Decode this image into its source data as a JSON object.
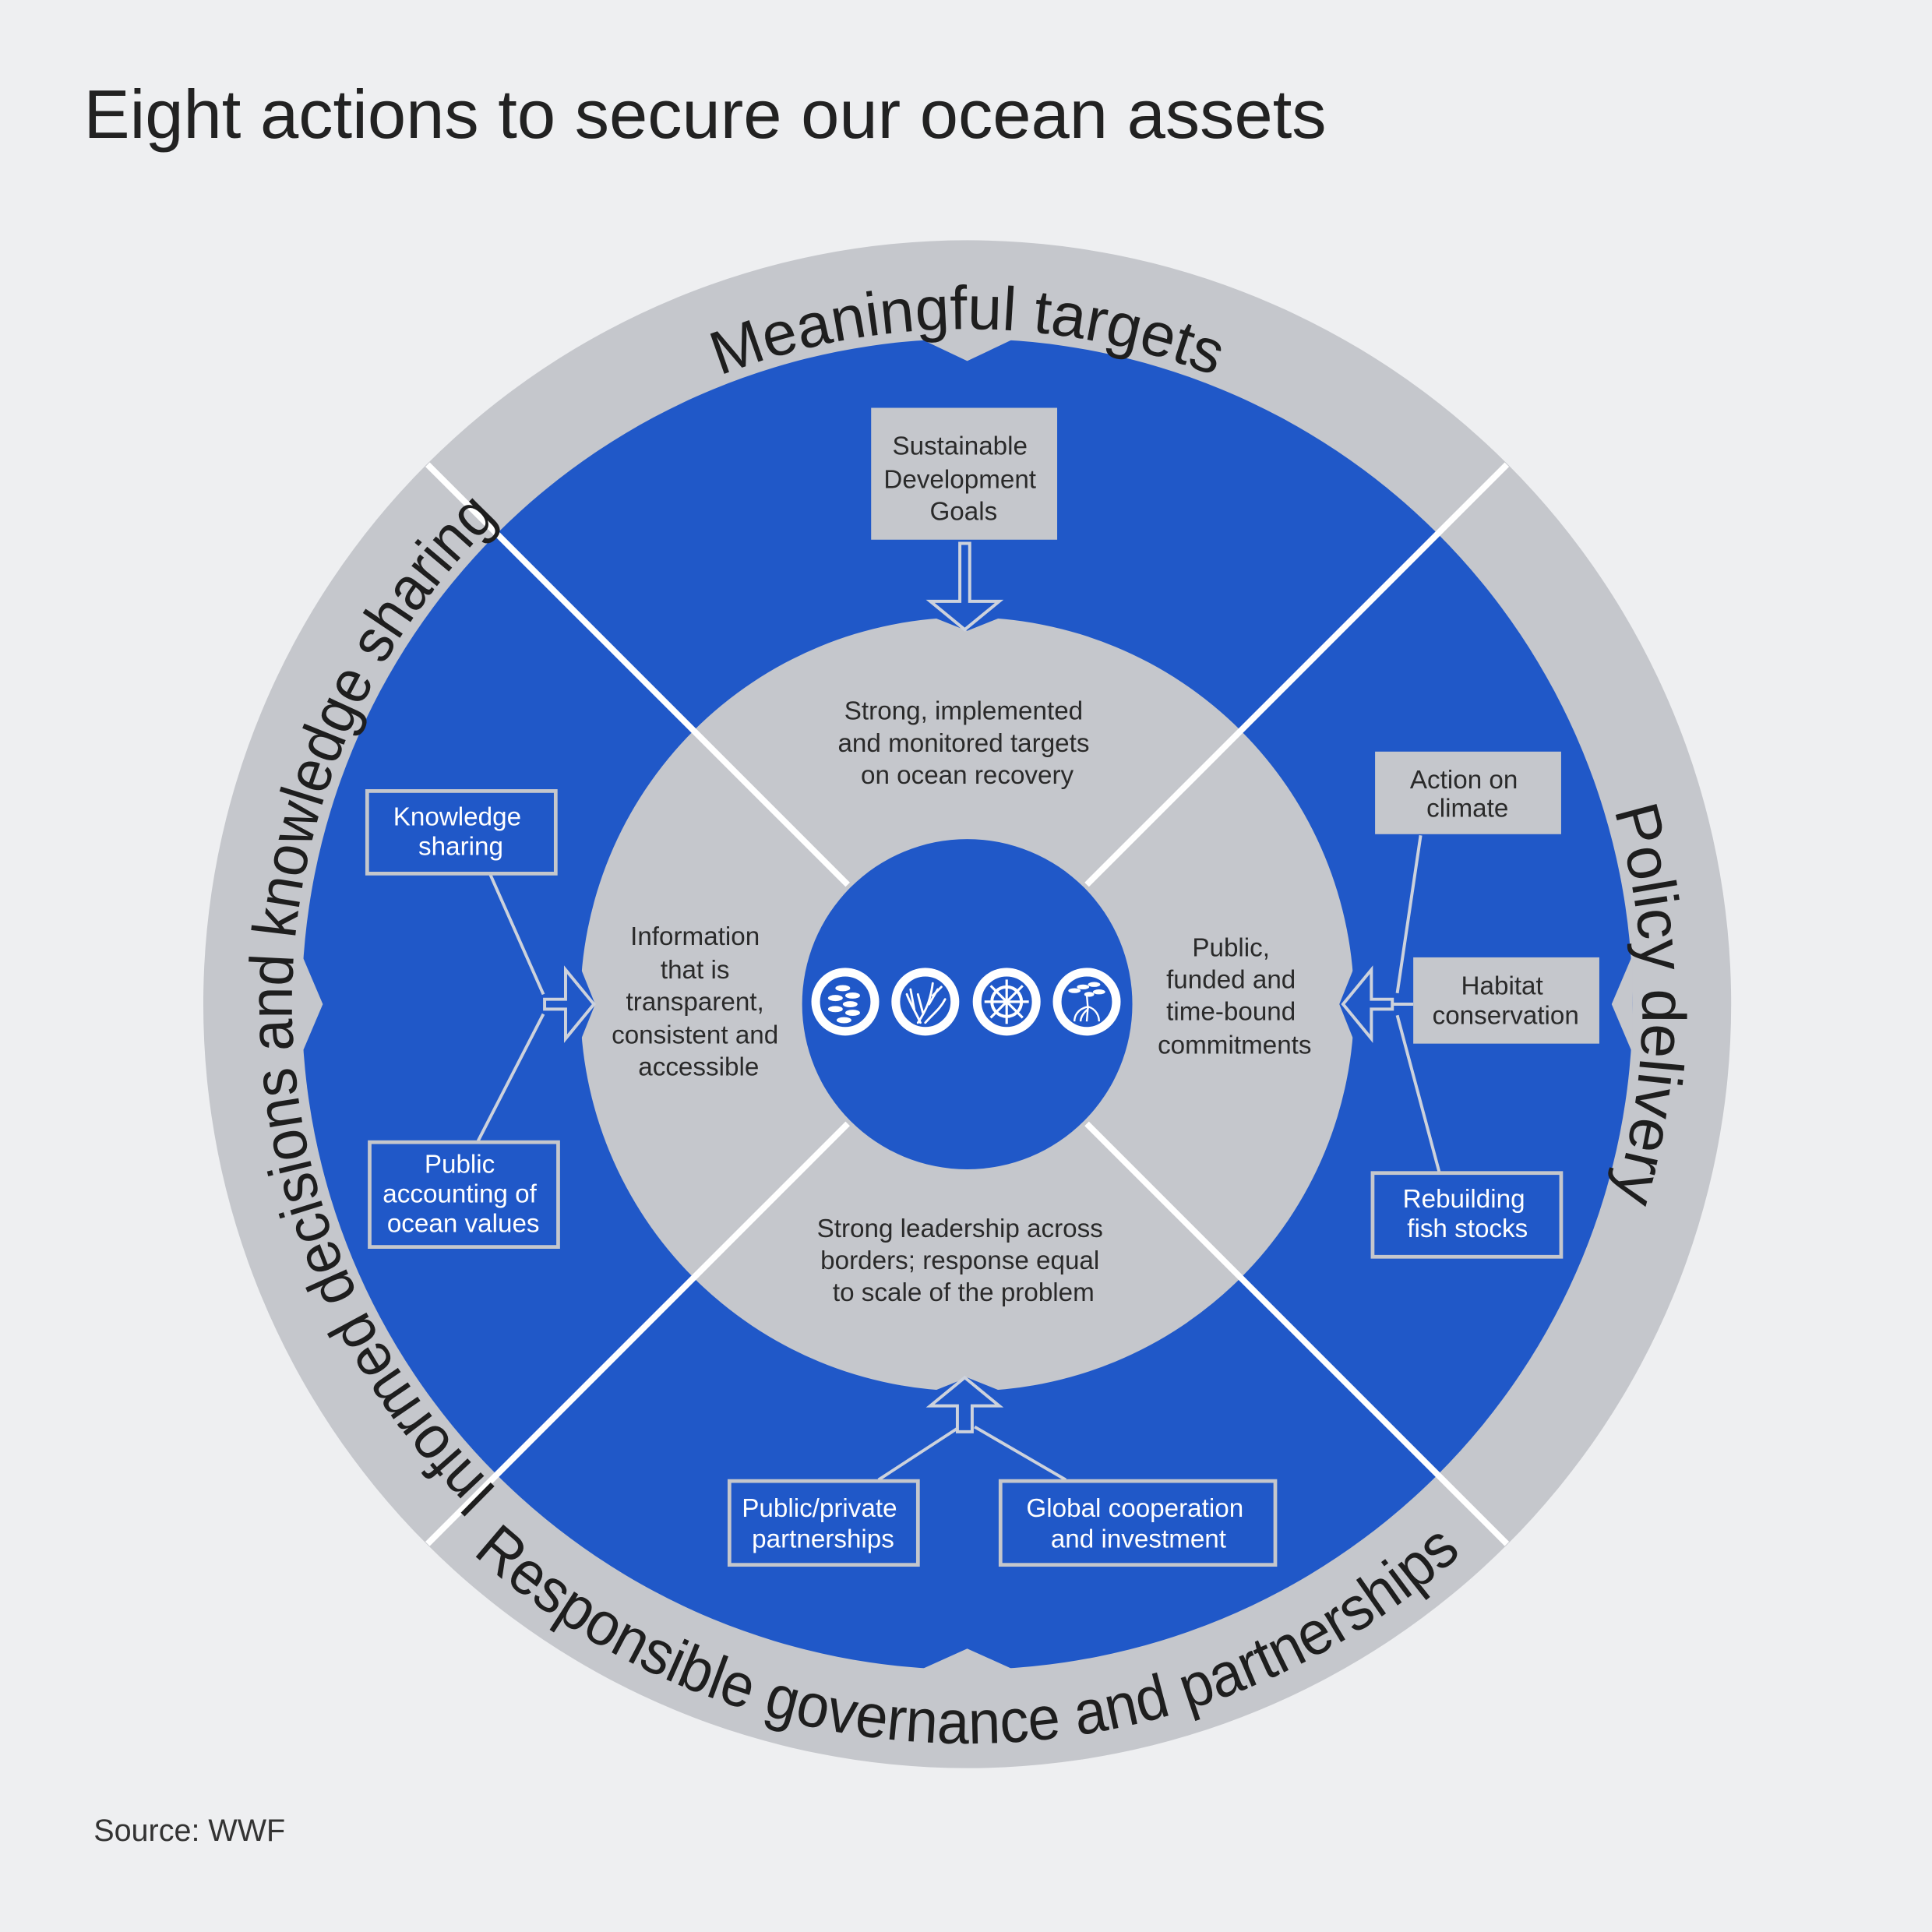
{
  "title": "Eight actions to secure our ocean assets",
  "source": "Source: WWF",
  "ring_labels": {
    "top": "Meaningful targets",
    "right": "Policy delivery",
    "bottom": "Responsible governance and partnerships",
    "left": "Informed decisions and knowledge sharing"
  },
  "center_texts": {
    "top": [
      "Strong, implemented",
      "and monitored targets",
      "on ocean recovery"
    ],
    "right": [
      "Public,",
      "funded and",
      "time-bound",
      "commitments"
    ],
    "bottom": [
      "Strong leadership across",
      "borders; response equal",
      "to scale of the problem"
    ],
    "left": [
      "Information",
      "that is",
      "transparent,",
      "consistent and",
      "accessible"
    ]
  },
  "actions": {
    "sdg": [
      "Sustainable",
      "Development",
      "Goals"
    ],
    "knowledge": [
      "Knowledge",
      "sharing"
    ],
    "accounting": [
      "Public",
      "accounting of",
      "ocean values"
    ],
    "climate": [
      "Action on",
      "climate"
    ],
    "habitat": [
      "Habitat",
      "conservation"
    ],
    "fish": [
      "Rebuilding",
      "fish stocks"
    ],
    "ppp": [
      "Public/private",
      "partnerships"
    ],
    "global": [
      "Global cooperation",
      "and investment"
    ]
  },
  "icons": [
    "fish-school-icon",
    "coral-icon",
    "ship-wheel-icon",
    "mangrove-icon"
  ],
  "colors": {
    "blue": "#2058c8",
    "grey": "#c5c7cc",
    "background": "#eeeff1"
  }
}
